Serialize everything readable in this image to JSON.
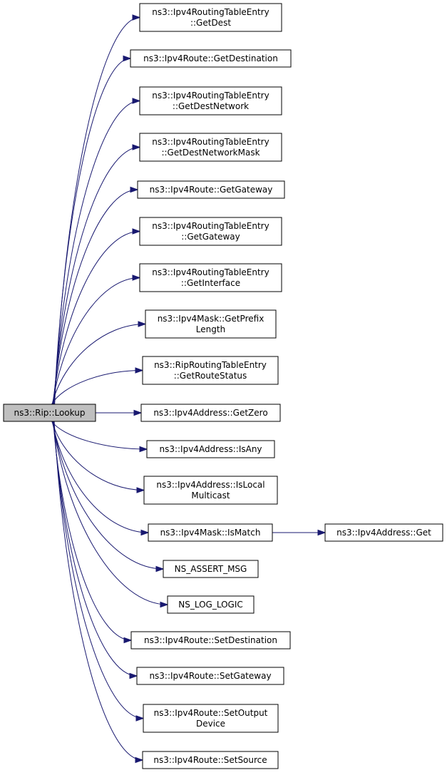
{
  "root": {
    "label": "ns3::Rip::Lookup"
  },
  "callees": [
    {
      "id": "getdest",
      "lines": [
        "ns3::Ipv4RoutingTableEntry",
        "::GetDest"
      ]
    },
    {
      "id": "route-getdestination",
      "lines": [
        "ns3::Ipv4Route::GetDestination"
      ]
    },
    {
      "id": "getdestnetwork",
      "lines": [
        "ns3::Ipv4RoutingTableEntry",
        "::GetDestNetwork"
      ]
    },
    {
      "id": "getdestnetworkmask",
      "lines": [
        "ns3::Ipv4RoutingTableEntry",
        "::GetDestNetworkMask"
      ]
    },
    {
      "id": "route-getgateway",
      "lines": [
        "ns3::Ipv4Route::GetGateway"
      ]
    },
    {
      "id": "entry-getgateway",
      "lines": [
        "ns3::Ipv4RoutingTableEntry",
        "::GetGateway"
      ]
    },
    {
      "id": "getinterface",
      "lines": [
        "ns3::Ipv4RoutingTableEntry",
        "::GetInterface"
      ]
    },
    {
      "id": "getprefixlength",
      "lines": [
        "ns3::Ipv4Mask::GetPrefix",
        "Length"
      ]
    },
    {
      "id": "getroutestatus",
      "lines": [
        "ns3::RipRoutingTableEntry",
        "::GetRouteStatus"
      ]
    },
    {
      "id": "getzero",
      "lines": [
        "ns3::Ipv4Address::GetZero"
      ]
    },
    {
      "id": "isany",
      "lines": [
        "ns3::Ipv4Address::IsAny"
      ]
    },
    {
      "id": "islocalmulticast",
      "lines": [
        "ns3::Ipv4Address::IsLocal",
        "Multicast"
      ]
    },
    {
      "id": "ismatch",
      "lines": [
        "ns3::Ipv4Mask::IsMatch"
      ]
    },
    {
      "id": "ns-assert-msg",
      "lines": [
        "NS_ASSERT_MSG"
      ]
    },
    {
      "id": "ns-log-logic",
      "lines": [
        "NS_LOG_LOGIC"
      ]
    },
    {
      "id": "setdestination",
      "lines": [
        "ns3::Ipv4Route::SetDestination"
      ]
    },
    {
      "id": "setgateway",
      "lines": [
        "ns3::Ipv4Route::SetGateway"
      ]
    },
    {
      "id": "setoutputdevice",
      "lines": [
        "ns3::Ipv4Route::SetOutput",
        "Device"
      ]
    },
    {
      "id": "setsource",
      "lines": [
        "ns3::Ipv4Route::SetSource"
      ]
    }
  ],
  "secondary": [
    {
      "id": "ipv4address-get",
      "from": "ismatch",
      "lines": [
        "ns3::Ipv4Address::Get"
      ]
    }
  ],
  "colors": {
    "edge": "#191970",
    "root_fill": "#bfbfbf",
    "node_fill": "#ffffff",
    "border": "#000000"
  }
}
